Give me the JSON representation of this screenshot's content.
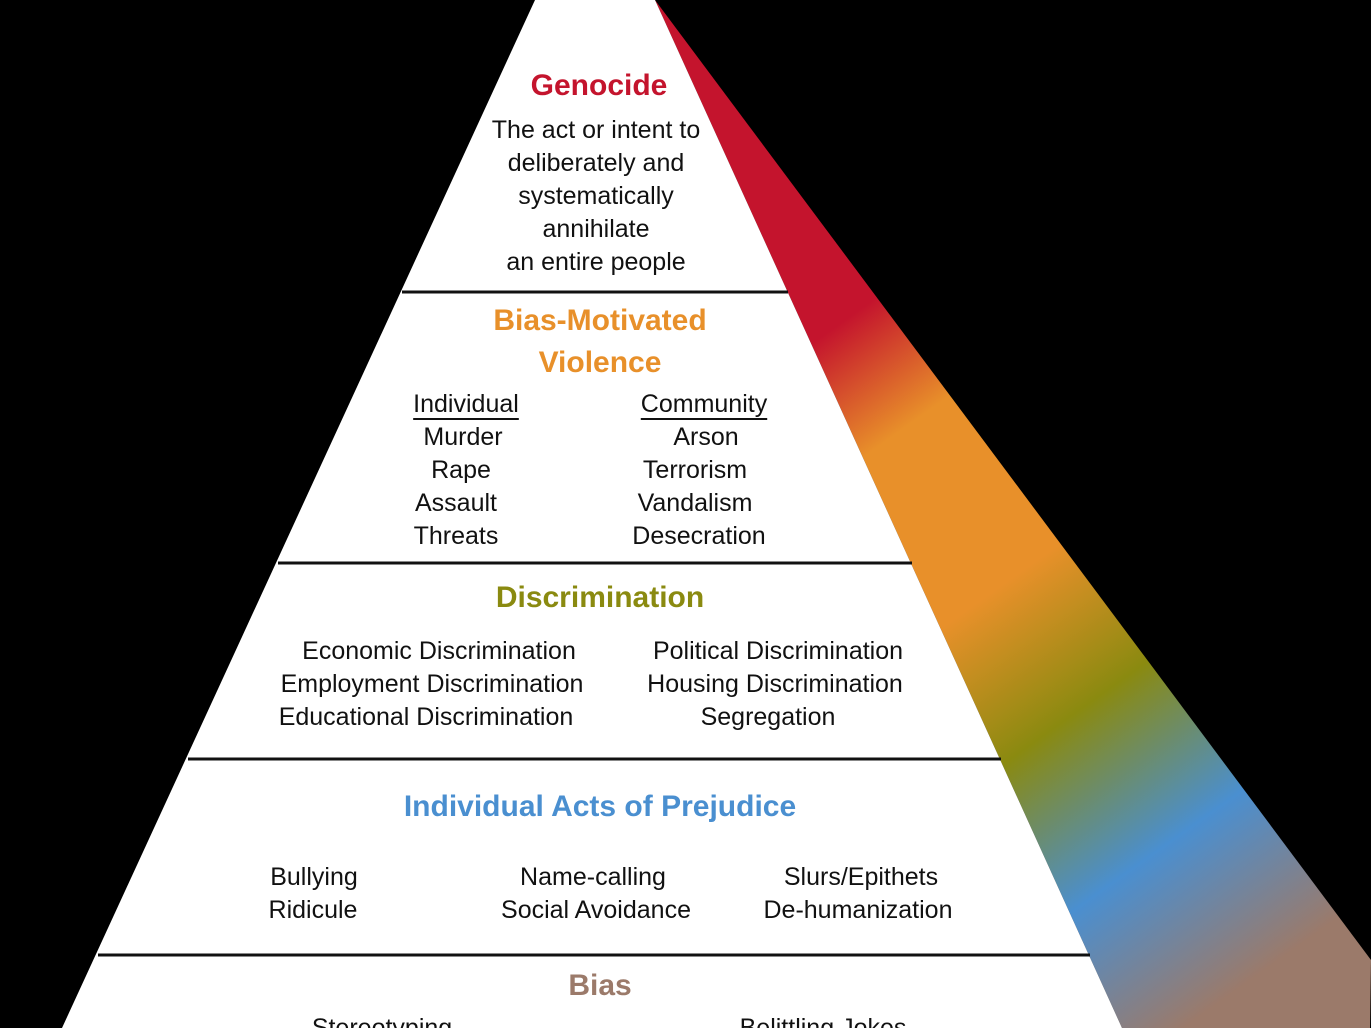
{
  "colors": {
    "background": "#000000",
    "genocide": "#c4142d",
    "violence": "#e8902a",
    "discrimination": "#8a8a10",
    "prejudice": "#4a8fd0",
    "bias": "#9b7a6a"
  },
  "levels": {
    "genocide": {
      "title": "Genocide",
      "lines": [
        "The act or intent to",
        "deliberately and",
        "systematically",
        "annihilate",
        "an entire people"
      ]
    },
    "violence": {
      "title_line1": "Bias-Motivated",
      "title_line2": "Violence",
      "individual_header": "Individual",
      "individual_items": [
        "Murder",
        "Rape",
        "Assault",
        "Threats"
      ],
      "community_header": "Community",
      "community_items": [
        "Arson",
        "Terrorism",
        "Vandalism",
        "Desecration"
      ]
    },
    "discrimination": {
      "title": "Discrimination",
      "left_items": [
        "Economic Discrimination",
        "Employment Discrimination",
        "Educational Discrimination"
      ],
      "right_items": [
        "Political Discrimination",
        "Housing Discrimination",
        "Segregation"
      ]
    },
    "prejudice": {
      "title": "Individual Acts of Prejudice",
      "col1": [
        "Bullying",
        "Ridicule"
      ],
      "col2": [
        "Name-calling",
        "Social Avoidance"
      ],
      "col3": [
        "Slurs/Epithets",
        "De-humanization"
      ]
    },
    "bias": {
      "title": "Bias",
      "col1": [
        "Stereotyping"
      ],
      "col2": [
        "Belittling Jokes"
      ]
    }
  }
}
